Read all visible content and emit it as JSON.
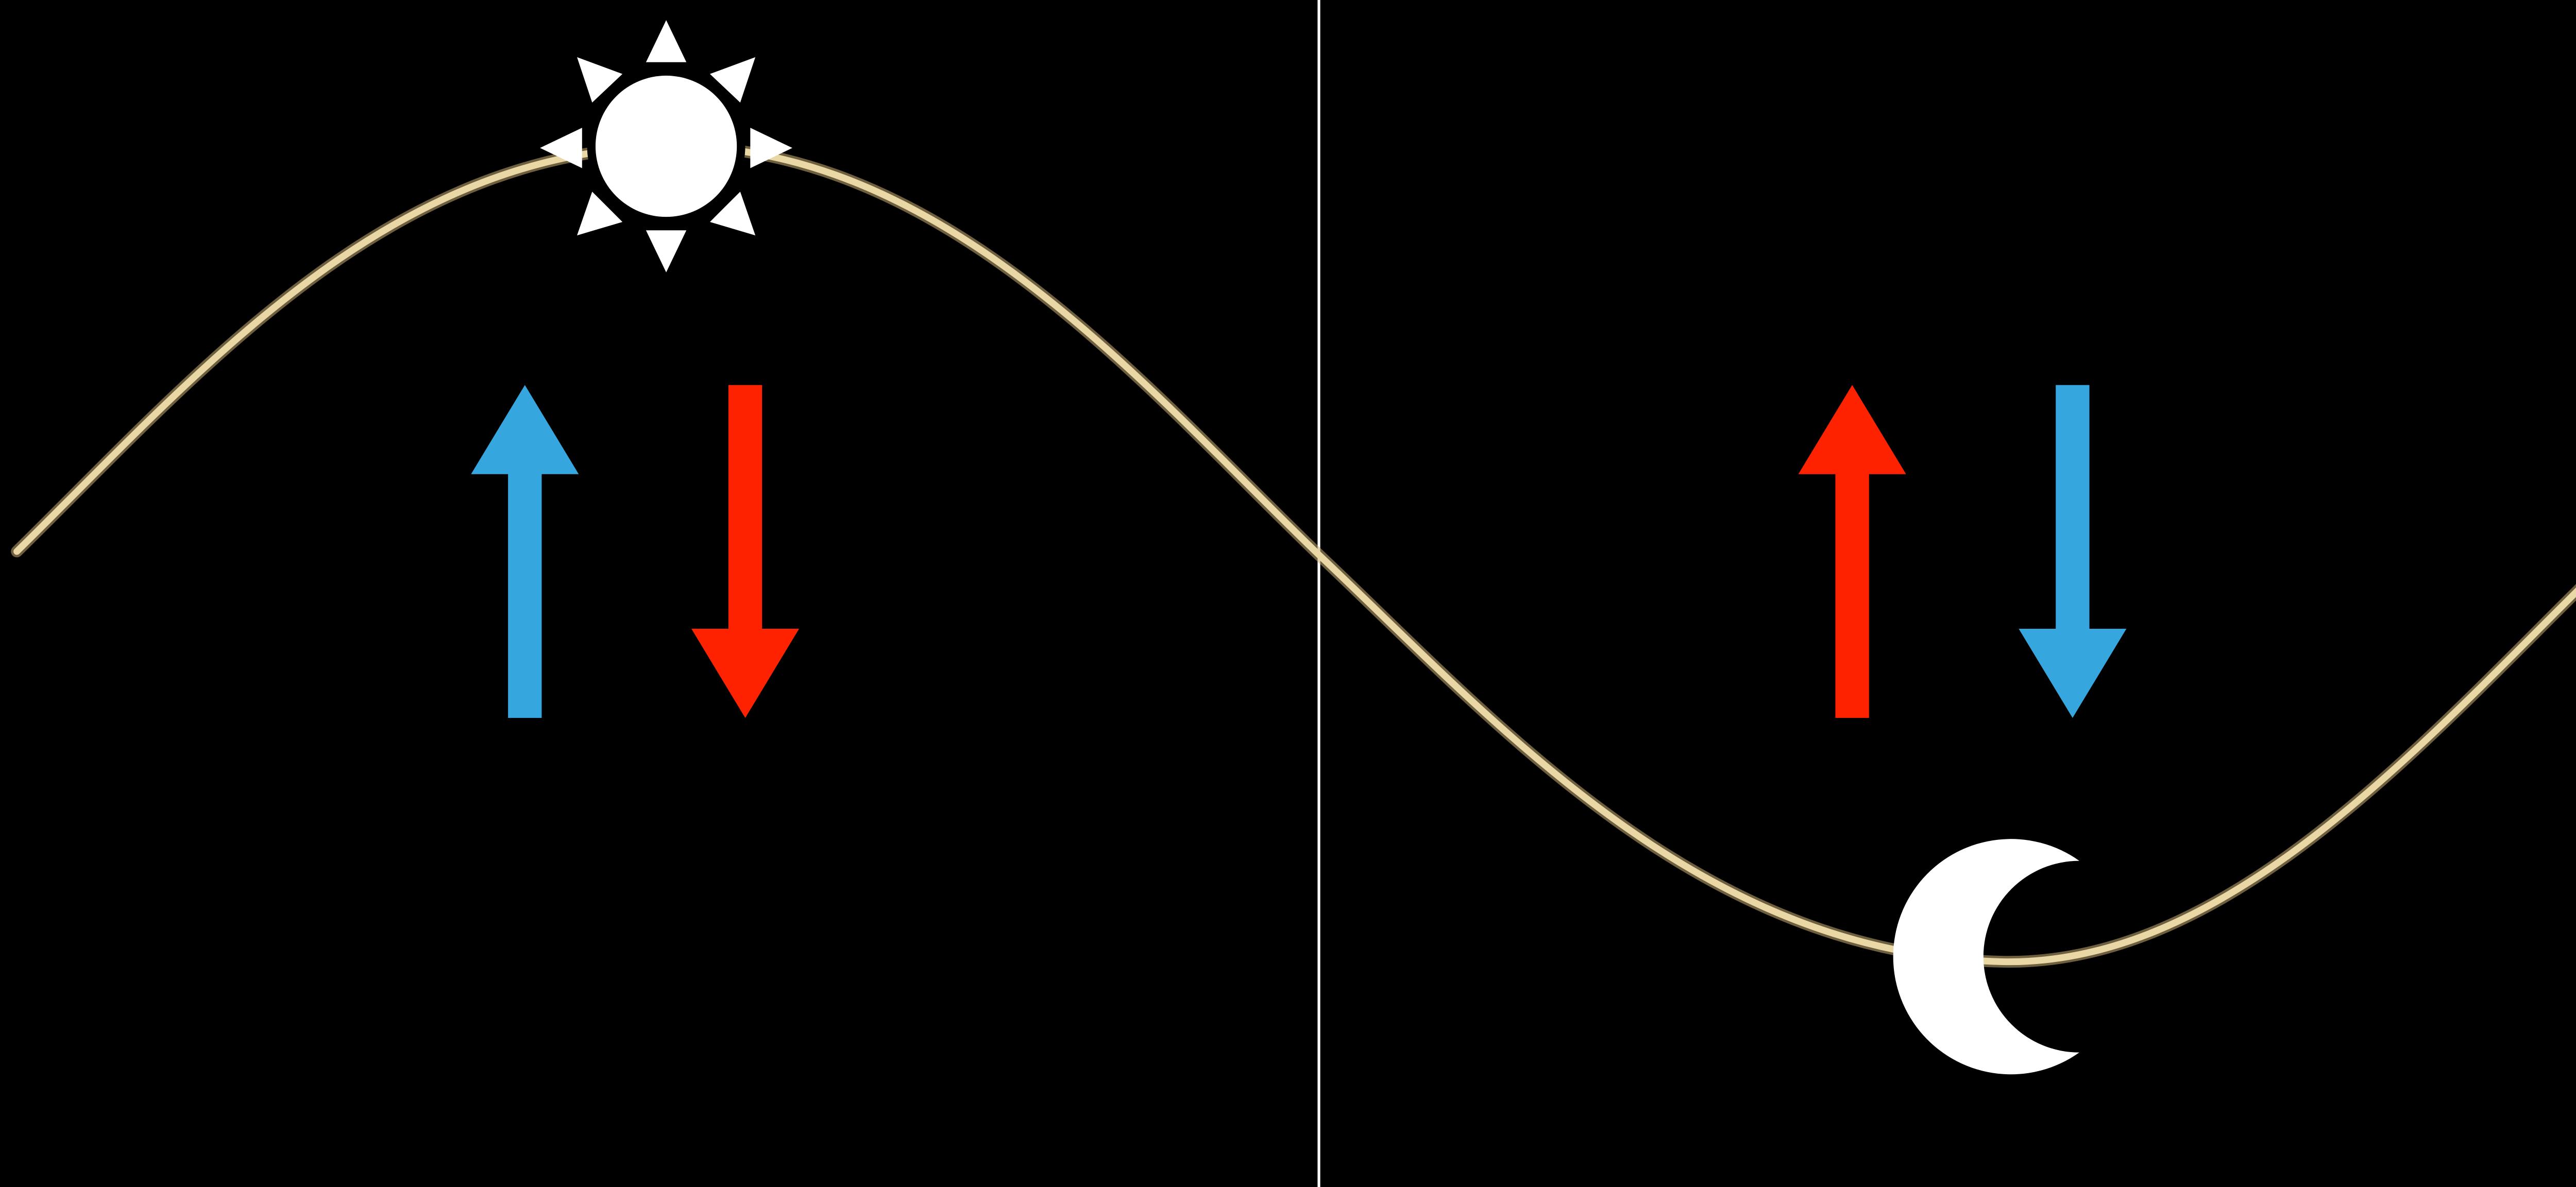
{
  "colors": {
    "background": "#000000",
    "curve": "#c9ad72",
    "curve_highlight": "#e9d7a6",
    "divider": "#ffffff",
    "blue_arrow": "#35a6de",
    "red_arrow": "#ff2200",
    "celestial": "#ffffff"
  },
  "icons": {
    "day_body": "sun-icon",
    "night_body": "crescent-moon-icon"
  },
  "panels": [
    {
      "name": "day",
      "arrows": [
        {
          "color": "blue",
          "direction": "up"
        },
        {
          "color": "red",
          "direction": "down"
        }
      ]
    },
    {
      "name": "night",
      "arrows": [
        {
          "color": "red",
          "direction": "up"
        },
        {
          "color": "blue",
          "direction": "down"
        }
      ]
    }
  ]
}
